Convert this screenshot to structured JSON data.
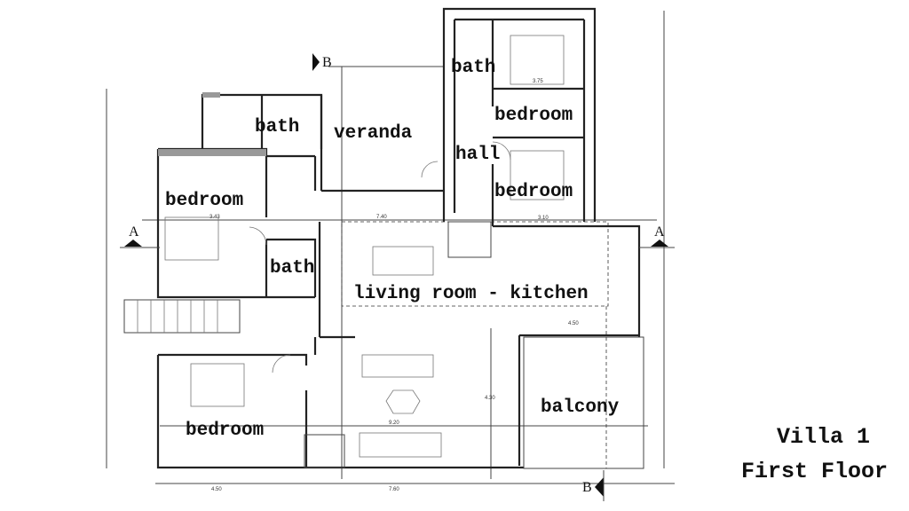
{
  "title": {
    "line1": "Villa 1",
    "line2": "First Floor"
  },
  "rooms": {
    "bath_left_top": "bath",
    "veranda": "veranda",
    "bath_right": "bath",
    "bedroom_right_top": "bedroom",
    "hall": "hall",
    "bedroom_right_bottom": "bedroom",
    "bedroom_left": "bedroom",
    "bath_small": "bath",
    "living_kitchen": "living room - kitchen",
    "balcony": "balcony",
    "bedroom_bottom": "bedroom"
  },
  "section_markers": {
    "a_left": "A",
    "a_right": "A",
    "b_top": "B",
    "b_bottom": "B"
  },
  "dimensions": {
    "d1": "3.43",
    "d2": "7.40",
    "d3": "4.50",
    "d4": "7.60",
    "d5": "9.20",
    "d6": "4.30",
    "d7": "3.75",
    "d8": "3.10",
    "d9": "4.50"
  }
}
